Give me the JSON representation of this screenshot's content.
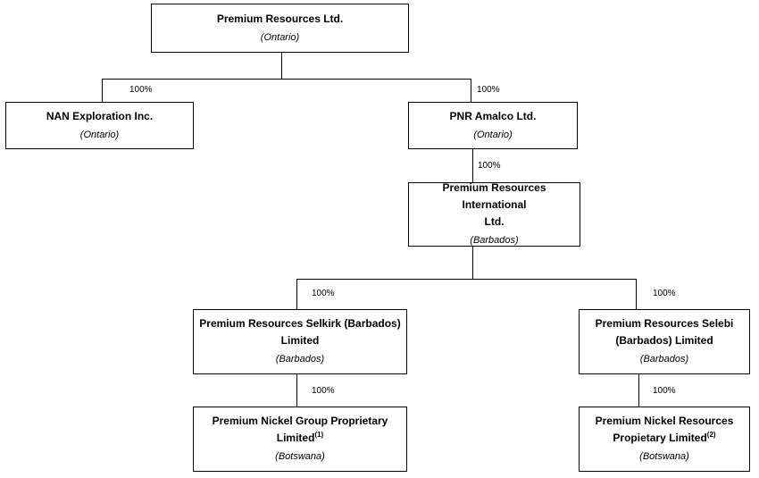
{
  "entities": {
    "root": {
      "name": "Premium Resources Ltd.",
      "jurisdiction": "(Ontario)"
    },
    "nan": {
      "name": "NAN Exploration Inc.",
      "jurisdiction": "(Ontario)"
    },
    "pnr": {
      "name": "PNR Amalco Ltd.",
      "jurisdiction": "(Ontario)"
    },
    "pri": {
      "name_line1": "Premium Resources International",
      "name_line2": "Ltd.",
      "jurisdiction": "(Barbados)"
    },
    "selkirk": {
      "name_line1": "Premium Resources Selkirk (Barbados)",
      "name_line2": "Limited",
      "jurisdiction": "(Barbados)"
    },
    "selebi": {
      "name_line1": "Premium Resources Selebi",
      "name_line2": "(Barbados) Limited",
      "jurisdiction": "(Barbados)"
    },
    "png": {
      "name_line1": "Premium Nickel Group Proprietary",
      "name_line2": "Limited",
      "note": "(1)",
      "jurisdiction": "(Botswana)"
    },
    "pnrp": {
      "name_line1": "Premium Nickel Resources",
      "name_line2": "Propietary Limited",
      "note": "(2)",
      "jurisdiction": "(Botswana)"
    }
  },
  "ownership": {
    "nan": "100%",
    "pnr": "100%",
    "pri": "100%",
    "selkirk": "100%",
    "selebi": "100%",
    "png": "100%",
    "pnrp": "100%"
  }
}
